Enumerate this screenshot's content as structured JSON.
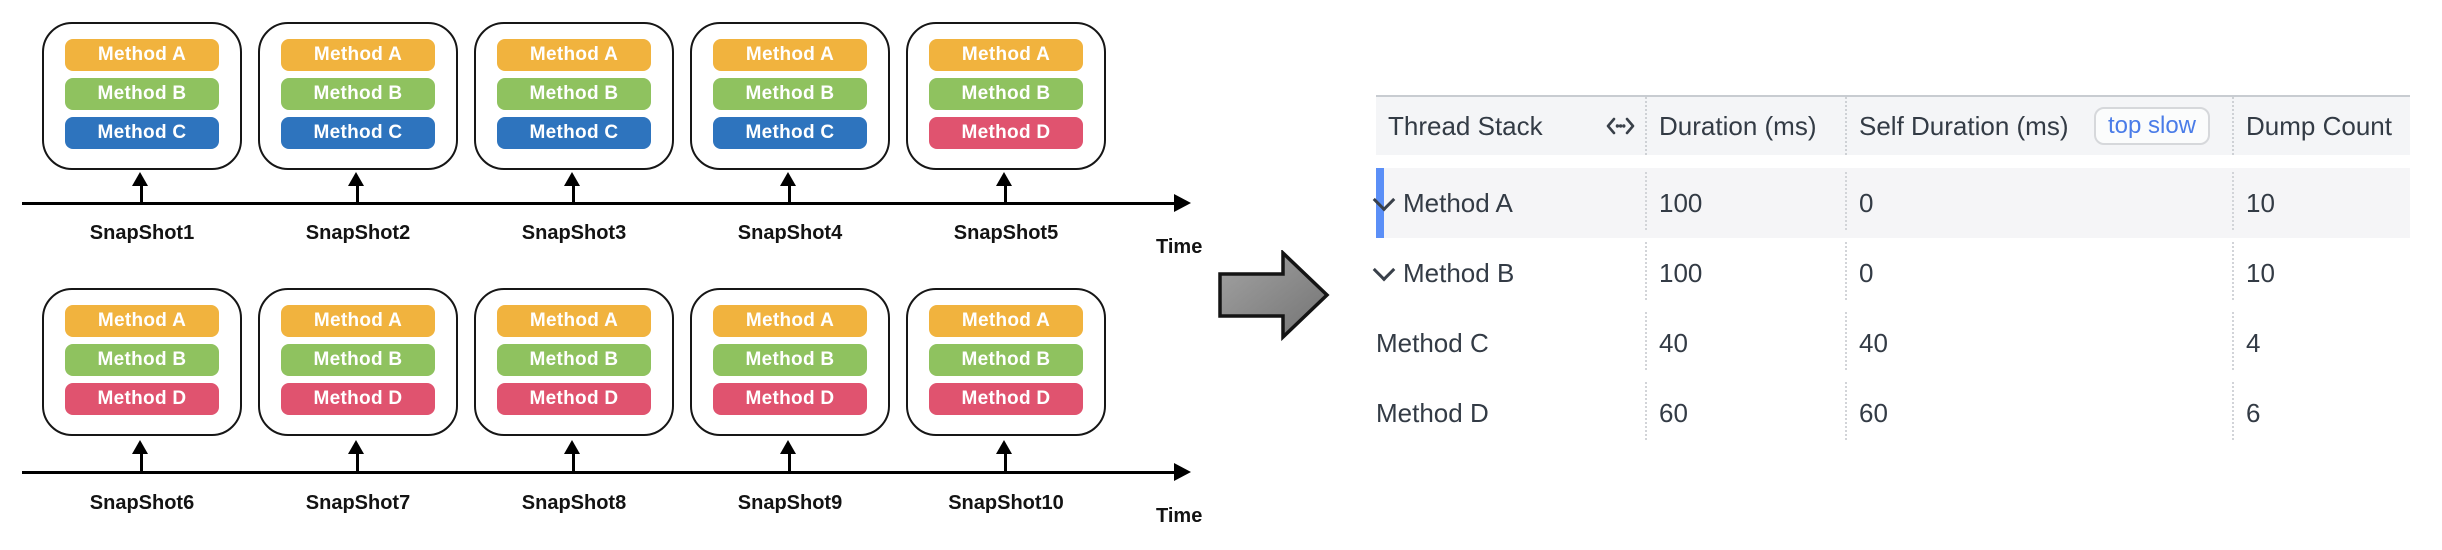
{
  "diagram": {
    "method_colors": {
      "Method A": "#F1B33E",
      "Method B": "#8FC25F",
      "Method C": "#2E74BE",
      "Method D": "#E0536F"
    },
    "rows": [
      {
        "time_label": "Time",
        "snapshots": [
          {
            "label": "SnapShot1",
            "methods": [
              "Method A",
              "Method B",
              "Method C"
            ]
          },
          {
            "label": "SnapShot2",
            "methods": [
              "Method A",
              "Method B",
              "Method C"
            ]
          },
          {
            "label": "SnapShot3",
            "methods": [
              "Method A",
              "Method B",
              "Method C"
            ]
          },
          {
            "label": "SnapShot4",
            "methods": [
              "Method A",
              "Method B",
              "Method C"
            ]
          },
          {
            "label": "SnapShot5",
            "methods": [
              "Method A",
              "Method B",
              "Method D"
            ]
          }
        ]
      },
      {
        "time_label": "Time",
        "snapshots": [
          {
            "label": "SnapShot6",
            "methods": [
              "Method A",
              "Method B",
              "Method D"
            ]
          },
          {
            "label": "SnapShot7",
            "methods": [
              "Method A",
              "Method B",
              "Method D"
            ]
          },
          {
            "label": "SnapShot8",
            "methods": [
              "Method A",
              "Method B",
              "Method D"
            ]
          },
          {
            "label": "SnapShot9",
            "methods": [
              "Method A",
              "Method B",
              "Method D"
            ]
          },
          {
            "label": "SnapShot10",
            "methods": [
              "Method A",
              "Method B",
              "Method D"
            ]
          }
        ]
      }
    ]
  },
  "table": {
    "columns": [
      {
        "label": "Thread Stack",
        "icon": "column-width-icon"
      },
      {
        "label": "Duration (ms)"
      },
      {
        "label": "Self Duration (ms)",
        "badge": "top slow"
      },
      {
        "label": "Dump Count"
      }
    ],
    "rows": [
      {
        "name": "Method A",
        "level": 0,
        "expanded": true,
        "selected": true,
        "duration": "100",
        "self_duration": "0",
        "dump_count": "10"
      },
      {
        "name": "Method B",
        "level": 1,
        "expanded": true,
        "selected": false,
        "duration": "100",
        "self_duration": "0",
        "dump_count": "10"
      },
      {
        "name": "Method C",
        "level": 2,
        "expanded": false,
        "selected": false,
        "duration": "40",
        "self_duration": "40",
        "dump_count": "4"
      },
      {
        "name": "Method D",
        "level": 2,
        "expanded": false,
        "selected": false,
        "duration": "60",
        "self_duration": "60",
        "dump_count": "6"
      }
    ]
  },
  "colors": {
    "selection_bar": "#5B8FF7",
    "badge_text": "#4A7CE8",
    "table_header_bg": "#F4F5F7",
    "selected_row_bg": "#F5F5F7",
    "big_arrow_fill": "#8C8C8C"
  }
}
